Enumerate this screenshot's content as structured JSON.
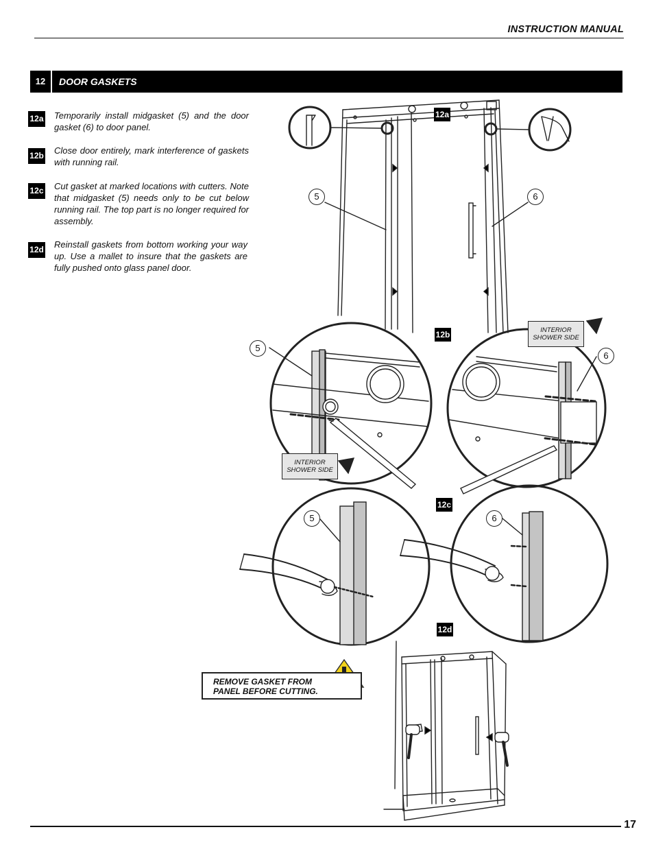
{
  "header": {
    "title": "INSTRUCTION MANUAL"
  },
  "section": {
    "number": "12",
    "title": "DOOR GASKETS"
  },
  "steps": [
    {
      "label": "12a",
      "text": "Temporarily install midgasket (5) and the door gasket (6) to door panel."
    },
    {
      "label": "12b",
      "text": "Close door entirely, mark interference of gaskets with running rail."
    },
    {
      "label": "12c",
      "text": "Cut gasket at marked locations with cutters. Note that midgasket (5) needs only to be cut below running rail. The top part is no longer required for assembly."
    },
    {
      "label": "12d",
      "text": "Reinstall gaskets from bottom working your way up. Use a mallet to insure that the gaskets are fully pushed onto glass panel door."
    }
  ],
  "figures": {
    "fig12a": {
      "label": "12a",
      "callout_left": "5",
      "callout_right": "6"
    },
    "fig12b": {
      "label": "12b",
      "callout_left": "5",
      "callout_right": "6",
      "side_note": "INTERIOR SHOWER SIDE"
    },
    "fig12c": {
      "label": "12c",
      "callout_left": "5",
      "callout_right": "6"
    },
    "fig12d": {
      "label": "12d"
    }
  },
  "warning": {
    "text": "REMOVE GASKET FROM PANEL BEFORE CUTTING.",
    "icon": "exclamation-warning-icon"
  },
  "footer": {
    "page_number": "17"
  },
  "colors": {
    "badge": "#000000",
    "warning_yellow": "#f2d31b",
    "note_box": "#e6e6e6"
  }
}
